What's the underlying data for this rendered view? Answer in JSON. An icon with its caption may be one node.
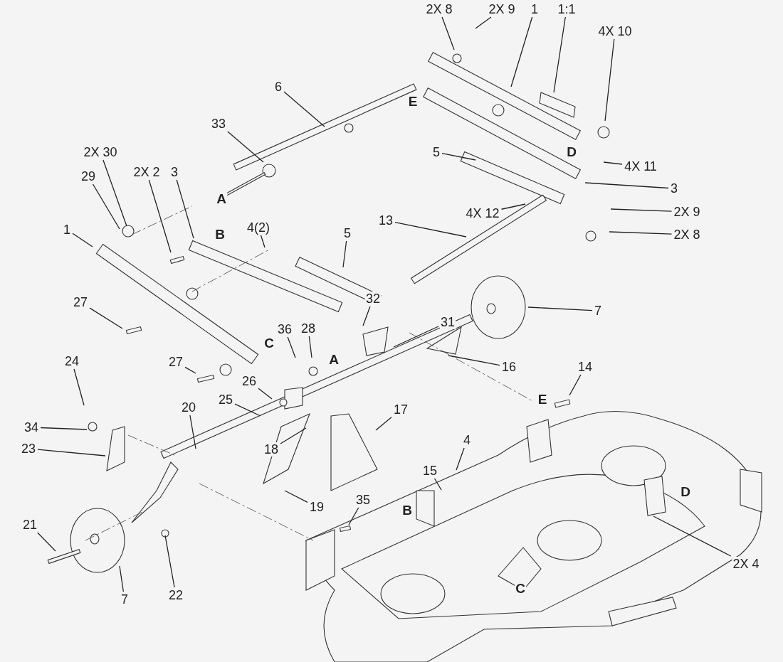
{
  "diagram": {
    "nodes": [
      {
        "text": [
          "2X 8"
        ]
      },
      {
        "text": [
          "2X 9"
        ]
      },
      {
        "text": [
          "1"
        ]
      },
      {
        "text": [
          "1:1"
        ]
      },
      {
        "text": [
          "4X 10"
        ]
      },
      {
        "text": [
          "6"
        ]
      },
      {
        "text": [
          "33"
        ]
      },
      {
        "text": [
          "5"
        ]
      },
      {
        "text": [
          "4X 11"
        ]
      },
      {
        "text": [
          "3"
        ]
      },
      {
        "text": [
          "2X 30"
        ]
      },
      {
        "text": [
          "29"
        ]
      },
      {
        "text": [
          "2X 2"
        ]
      },
      {
        "text": [
          "3"
        ]
      },
      {
        "text": [
          "4(2)"
        ]
      },
      {
        "text": [
          "1"
        ]
      },
      {
        "text": [
          "4X 12"
        ]
      },
      {
        "text": [
          "13"
        ]
      },
      {
        "text": [
          "2X 9"
        ]
      },
      {
        "text": [
          "2X 8"
        ]
      },
      {
        "text": [
          "5"
        ]
      },
      {
        "text": [
          "27"
        ]
      },
      {
        "text": [
          "32"
        ]
      },
      {
        "text": [
          "7"
        ]
      },
      {
        "text": [
          "31"
        ]
      },
      {
        "text": [
          "36"
        ]
      },
      {
        "text": [
          "28"
        ]
      },
      {
        "text": [
          "27"
        ]
      },
      {
        "text": [
          "16"
        ]
      },
      {
        "text": [
          "14"
        ]
      },
      {
        "text": [
          "24"
        ]
      },
      {
        "text": [
          "26"
        ]
      },
      {
        "text": [
          "17"
        ]
      },
      {
        "text": [
          "25"
        ]
      },
      {
        "text": [
          "20"
        ]
      },
      {
        "text": [
          "34"
        ]
      },
      {
        "text": [
          "23"
        ]
      },
      {
        "text": [
          "18"
        ]
      },
      {
        "text": [
          "4"
        ]
      },
      {
        "text": [
          "15"
        ]
      },
      {
        "text": [
          "19"
        ]
      },
      {
        "text": [
          "35"
        ]
      },
      {
        "text": [
          "21"
        ]
      },
      {
        "text": [
          "2X 4"
        ]
      },
      {
        "text": [
          "7"
        ]
      },
      {
        "text": [
          "22"
        ]
      }
    ],
    "edges": [
      {
        "from": 0,
        "to": null,
        "arrow": "none"
      },
      {
        "from": 1,
        "to": null,
        "arrow": "none"
      },
      {
        "from": 2,
        "to": null,
        "arrow": "none"
      },
      {
        "from": 3,
        "to": null,
        "arrow": "none"
      },
      {
        "from": 4,
        "to": null,
        "arrow": "none"
      },
      {
        "from": 5,
        "to": null,
        "arrow": "none"
      },
      {
        "from": 6,
        "to": null,
        "arrow": "none"
      },
      {
        "from": 7,
        "to": null,
        "arrow": "none"
      },
      {
        "from": 8,
        "to": null,
        "arrow": "none"
      },
      {
        "from": 9,
        "to": null,
        "arrow": "none"
      },
      {
        "from": 10,
        "to": null,
        "arrow": "none"
      },
      {
        "from": 11,
        "to": null,
        "arrow": "none"
      },
      {
        "from": 12,
        "to": null,
        "arrow": "none"
      },
      {
        "from": 13,
        "to": null,
        "arrow": "none"
      },
      {
        "from": 14,
        "to": null,
        "arrow": "none"
      },
      {
        "from": 15,
        "to": null,
        "arrow": "none"
      },
      {
        "from": 16,
        "to": null,
        "arrow": "none"
      },
      {
        "from": 17,
        "to": null,
        "arrow": "none"
      },
      {
        "from": 18,
        "to": null,
        "arrow": "none"
      },
      {
        "from": 19,
        "to": null,
        "arrow": "none"
      },
      {
        "from": 20,
        "to": null,
        "arrow": "none"
      },
      {
        "from": 21,
        "to": null,
        "arrow": "none"
      },
      {
        "from": 22,
        "to": null,
        "arrow": "none"
      },
      {
        "from": 23,
        "to": null,
        "arrow": "none"
      },
      {
        "from": 24,
        "to": null,
        "arrow": "none"
      },
      {
        "from": 25,
        "to": null,
        "arrow": "none"
      },
      {
        "from": 26,
        "to": null,
        "arrow": "none"
      },
      {
        "from": 27,
        "to": null,
        "arrow": "none"
      },
      {
        "from": 28,
        "to": null,
        "arrow": "none"
      },
      {
        "from": 29,
        "to": null,
        "arrow": "none"
      },
      {
        "from": 30,
        "to": null,
        "arrow": "none"
      },
      {
        "from": 31,
        "to": null,
        "arrow": "none"
      },
      {
        "from": 32,
        "to": null,
        "arrow": "none"
      },
      {
        "from": 33,
        "to": null,
        "arrow": "none"
      },
      {
        "from": 34,
        "to": null,
        "arrow": "none"
      },
      {
        "from": 35,
        "to": null,
        "arrow": "none"
      },
      {
        "from": 36,
        "to": null,
        "arrow": "none"
      },
      {
        "from": 37,
        "to": null,
        "arrow": "none"
      },
      {
        "from": 38,
        "to": null,
        "arrow": "none"
      },
      {
        "from": 39,
        "to": null,
        "arrow": "none"
      },
      {
        "from": 40,
        "to": null,
        "arrow": "none"
      },
      {
        "from": 41,
        "to": null,
        "arrow": "none"
      },
      {
        "from": 42,
        "to": null,
        "arrow": "none"
      },
      {
        "from": 43,
        "to": null,
        "arrow": "none"
      },
      {
        "from": 44,
        "to": null,
        "arrow": "none"
      },
      {
        "from": 45,
        "to": null,
        "arrow": "none"
      }
    ],
    "labels": [
      "E",
      "D",
      "A",
      "B",
      "C",
      "A",
      "E",
      "B",
      "D",
      "C"
    ]
  }
}
